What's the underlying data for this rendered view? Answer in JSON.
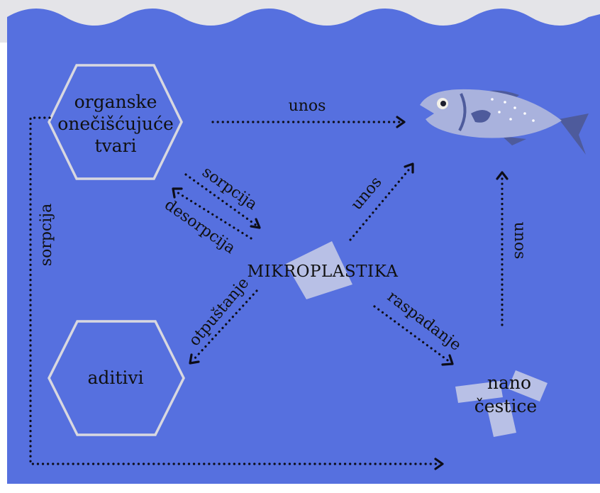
{
  "colors": {
    "water": "#5670df",
    "sky": "#e4e4e8",
    "hexagon_stroke": "#d8d8e0",
    "plastic": "#b8c0e6",
    "fish_body": "#a9b2dd",
    "fish_fin": "#4e5b9c",
    "arrow": "#0d0d18",
    "text": "#101010"
  },
  "nodes": {
    "organic_pollutants": [
      "organske",
      "onečišćujuće",
      "tvari"
    ],
    "additives": "aditivi",
    "microplastic": "MIKROPLASTIKA",
    "nanoparticles": [
      "nano",
      "čestice"
    ],
    "fish": "fish-illustration"
  },
  "edges": {
    "pollutants_to_fish": "unos",
    "sorption": "sorpcija",
    "desorption": "desorpcija",
    "microplastic_to_fish": "unos",
    "release": "otpuštanje",
    "degradation": "raspadanje",
    "nano_to_fish": "unos",
    "left_loop": "sorpcija"
  }
}
